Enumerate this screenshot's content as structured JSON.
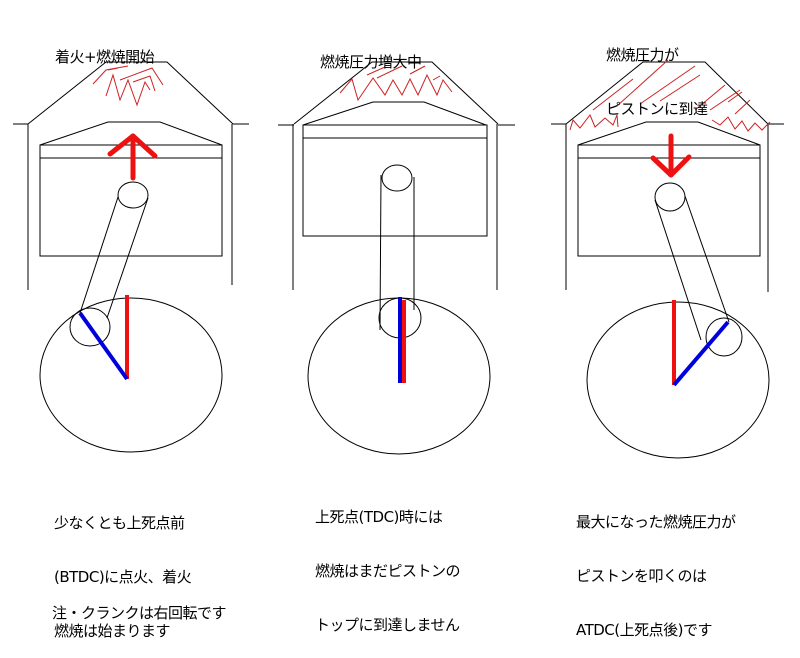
{
  "panels": [
    {
      "title_lines": [
        "着火+燃焼開始"
      ],
      "caption_lines": [
        "少なくとも上死点前",
        "(BTDC)に点火、着火",
        "燃焼は始まります"
      ],
      "piston_arrow": "up",
      "state": "BTDC"
    },
    {
      "title_lines": [
        "燃焼圧力増大中"
      ],
      "caption_lines": [
        "上死点(TDC)時には",
        "燃焼はまだピストンの",
        "トップに到達しません"
      ],
      "piston_arrow": "none",
      "state": "TDC"
    },
    {
      "title_lines": [
        "燃焼圧力が",
        "ピストンに到達"
      ],
      "caption_lines": [
        "最大になった燃焼圧力が",
        "ピストンを叩くのは",
        "ATDC(上死点後)です"
      ],
      "piston_arrow": "down",
      "state": "ATDC"
    }
  ],
  "note": "注・クランクは右回転です",
  "colors": {
    "outline": "#000000",
    "flame": "#cc2222",
    "arrow": "#ee1111",
    "tdc_reference_line": "#ee1111",
    "crank_arm": "#0000dd"
  },
  "legend_icons": [
    "piston-icon",
    "connecting-rod-icon",
    "crankshaft-icon",
    "flame-icon"
  ]
}
